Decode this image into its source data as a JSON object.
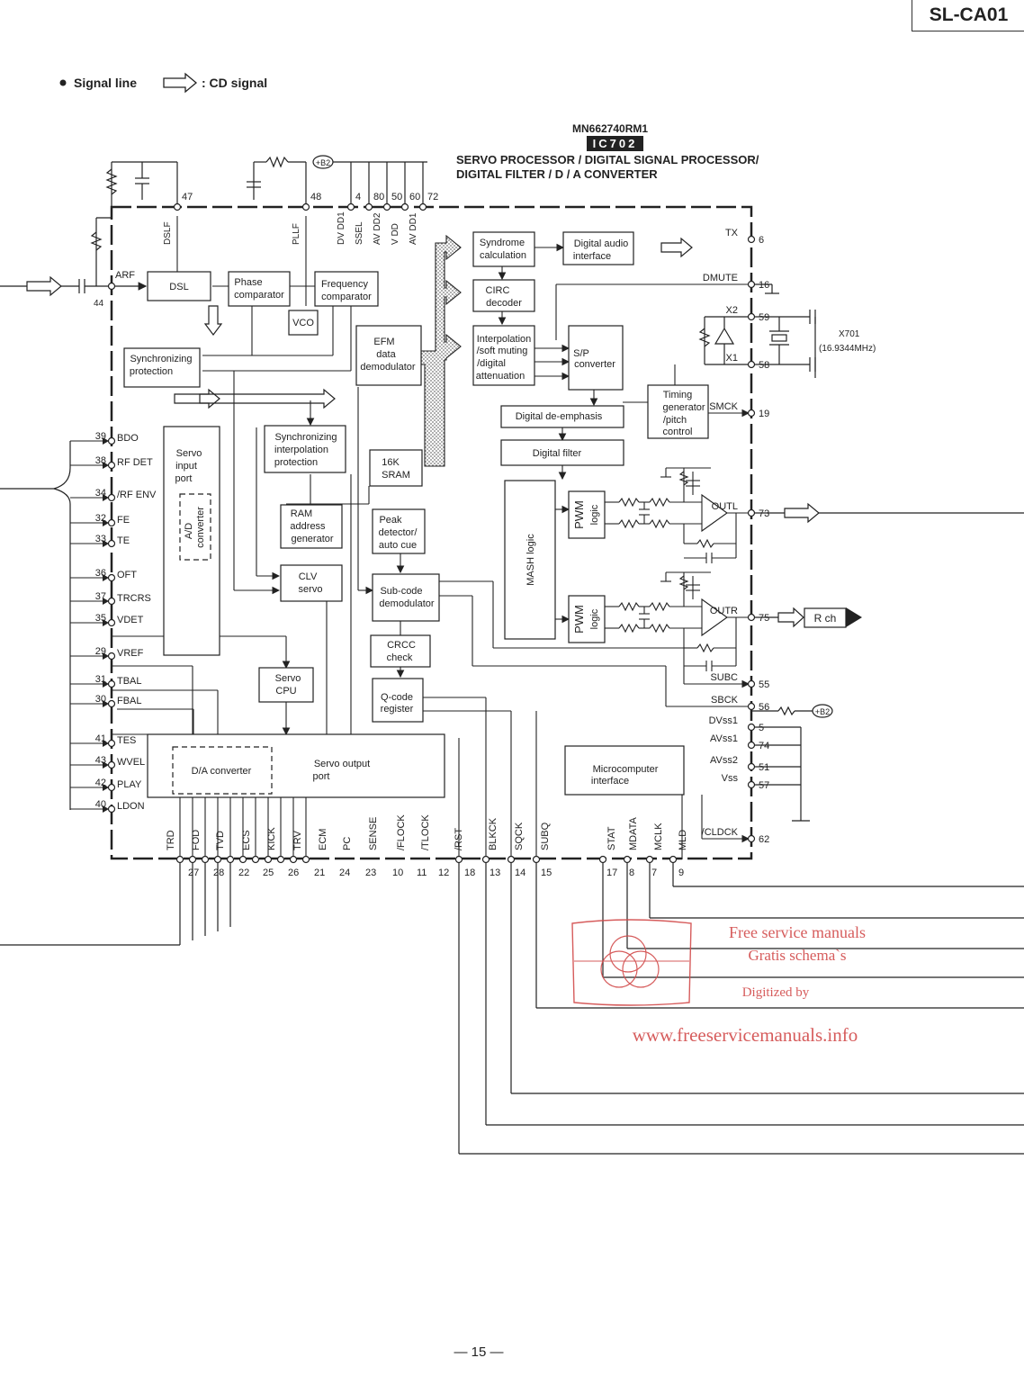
{
  "header": {
    "model": "SL-CA01"
  },
  "legend": {
    "signal_line": "Signal line",
    "cd_signal": ": CD signal"
  },
  "ic": {
    "part_number": "MN662740RM1",
    "ref": "IC702",
    "desc1": "SERVO PROCESSOR / DIGITAL SIGNAL PROCESSOR/",
    "desc2": "DIGITAL FILTER / D / A CONVERTER"
  },
  "blocks": {
    "dsl": "DSL",
    "phase1": "Phase",
    "phase2": "comparator",
    "freq1": "Frequency",
    "freq2": "comparator",
    "vco": "VCO",
    "sync1": "Synchronizing",
    "sync2": "protection",
    "efm1": "EFM",
    "efm2": "data",
    "efm3": "demodulator",
    "syn1": "Syndrome",
    "syn2": "calculation",
    "circ1": "CIRC",
    "circ2": "decoder",
    "interp1": "Interpolation",
    "interp2": "/soft muting",
    "interp3": "/digital",
    "interp4": "attenuation",
    "dai1": "Digital audio",
    "dai2": "interface",
    "sp1": "S/P",
    "sp2": "converter",
    "timing1": "Timing",
    "timing2": "generator",
    "timing3": "/pitch",
    "timing4": "control",
    "deemph": "Digital de-emphasis",
    "dfilter": "Digital filter",
    "syncint1": "Synchronizing",
    "syncint2": "interpolation",
    "syncint3": "protection",
    "sram1": "16K",
    "sram2": "SRAM",
    "servoin1": "Servo",
    "servoin2": "input",
    "servoin3": "port",
    "adc1": "A/D",
    "adc2": "converter",
    "ram1": "RAM",
    "ram2": "address",
    "ram3": "generator",
    "peak1": "Peak",
    "peak2": "detector/",
    "peak3": "auto cue",
    "clv1": "CLV",
    "clv2": "servo",
    "subcode1": "Sub-code",
    "subcode2": "demodulator",
    "crcc1": "CRCC",
    "crcc2": "check",
    "qcode1": "Q-code",
    "qcode2": "register",
    "servocpu1": "Servo",
    "servocpu2": "CPU",
    "mash": "MASH logic",
    "pwm1": "PWM",
    "pwm2": "logic",
    "dac": "D/A converter",
    "servoout1": "Servo output",
    "servoout2": "port",
    "micro1": "Microcomputer",
    "micro2": "interface",
    "rch": "R ch"
  },
  "pins_left": [
    {
      "num": "39",
      "name": "BDO"
    },
    {
      "num": "38",
      "name": "RF DET"
    },
    {
      "num": "34",
      "name": "/RF ENV"
    },
    {
      "num": "32",
      "name": "FE"
    },
    {
      "num": "33",
      "name": "TE"
    },
    {
      "num": "36",
      "name": "OFT"
    },
    {
      "num": "37",
      "name": "TRCRS"
    },
    {
      "num": "35",
      "name": "VDET"
    },
    {
      "num": "29",
      "name": "VREF"
    },
    {
      "num": "31",
      "name": "TBAL"
    },
    {
      "num": "30",
      "name": "FBAL"
    },
    {
      "num": "41",
      "name": "TES"
    },
    {
      "num": "43",
      "name": "WVEL"
    },
    {
      "num": "42",
      "name": "PLAY"
    },
    {
      "num": "40",
      "name": "LDON"
    }
  ],
  "pins_top": [
    {
      "num": "47",
      "name": "DSLF"
    },
    {
      "num": "48",
      "name": "PLLF"
    },
    {
      "num": "4",
      "name": "DV DD1"
    },
    {
      "num": "80",
      "name": "SSEL"
    },
    {
      "num": "50",
      "name": "AV DD2"
    },
    {
      "num": "60",
      "name": "V DD"
    },
    {
      "num": "72",
      "name": "AV DD1"
    }
  ],
  "pin_arf": {
    "num": "44",
    "name": "ARF"
  },
  "pins_right": [
    {
      "num": "6",
      "name": "TX"
    },
    {
      "num": "16",
      "name": "DMUTE"
    },
    {
      "num": "59",
      "name": "X2"
    },
    {
      "num": "58",
      "name": "X1"
    },
    {
      "num": "19",
      "name": "SMCK"
    },
    {
      "num": "73",
      "name": "OUTL"
    },
    {
      "num": "75",
      "name": "OUTR"
    },
    {
      "num": "55",
      "name": "SUBC"
    },
    {
      "num": "56",
      "name": "SBCK"
    },
    {
      "num": "5",
      "name": "DVss1"
    },
    {
      "num": "74",
      "name": "AVss1"
    },
    {
      "num": "51",
      "name": "AVss2"
    },
    {
      "num": "57",
      "name": "Vss"
    },
    {
      "num": "62",
      "name": "/CLDCK"
    }
  ],
  "pins_bottom": [
    {
      "num": "27",
      "name": "TRD"
    },
    {
      "num": "28",
      "name": "FOD"
    },
    {
      "num": "22",
      "name": "TVD"
    },
    {
      "num": "25",
      "name": "ECS"
    },
    {
      "num": "26",
      "name": "KICK"
    },
    {
      "num": "21",
      "name": "TRV"
    },
    {
      "num": "24",
      "name": "ECM"
    },
    {
      "num": "23",
      "name": "PC"
    },
    {
      "num": "10",
      "name": "SENSE"
    },
    {
      "num": "11",
      "name": "/FLOCK"
    },
    {
      "num": "12",
      "name": "/TLOCK"
    },
    {
      "num": "18",
      "name": "/RST"
    },
    {
      "num": "13",
      "name": "BLKCK"
    },
    {
      "num": "14",
      "name": "SQCK"
    },
    {
      "num": "15",
      "name": "SUBQ"
    },
    {
      "num": "17",
      "name": "STAT"
    },
    {
      "num": "8",
      "name": "MDATA"
    },
    {
      "num": "7",
      "name": "MCLK"
    },
    {
      "num": "9",
      "name": "MLD"
    }
  ],
  "supply": "+B2",
  "crystal": {
    "ref": "X701",
    "freq": "(16.9344MHz)"
  },
  "stamp": {
    "line1": "Free service manuals",
    "line2": "Gratis schema`s",
    "line3": "Digitized by",
    "url": "www.freeservicemanuals.info"
  },
  "page_number": "— 15 —"
}
